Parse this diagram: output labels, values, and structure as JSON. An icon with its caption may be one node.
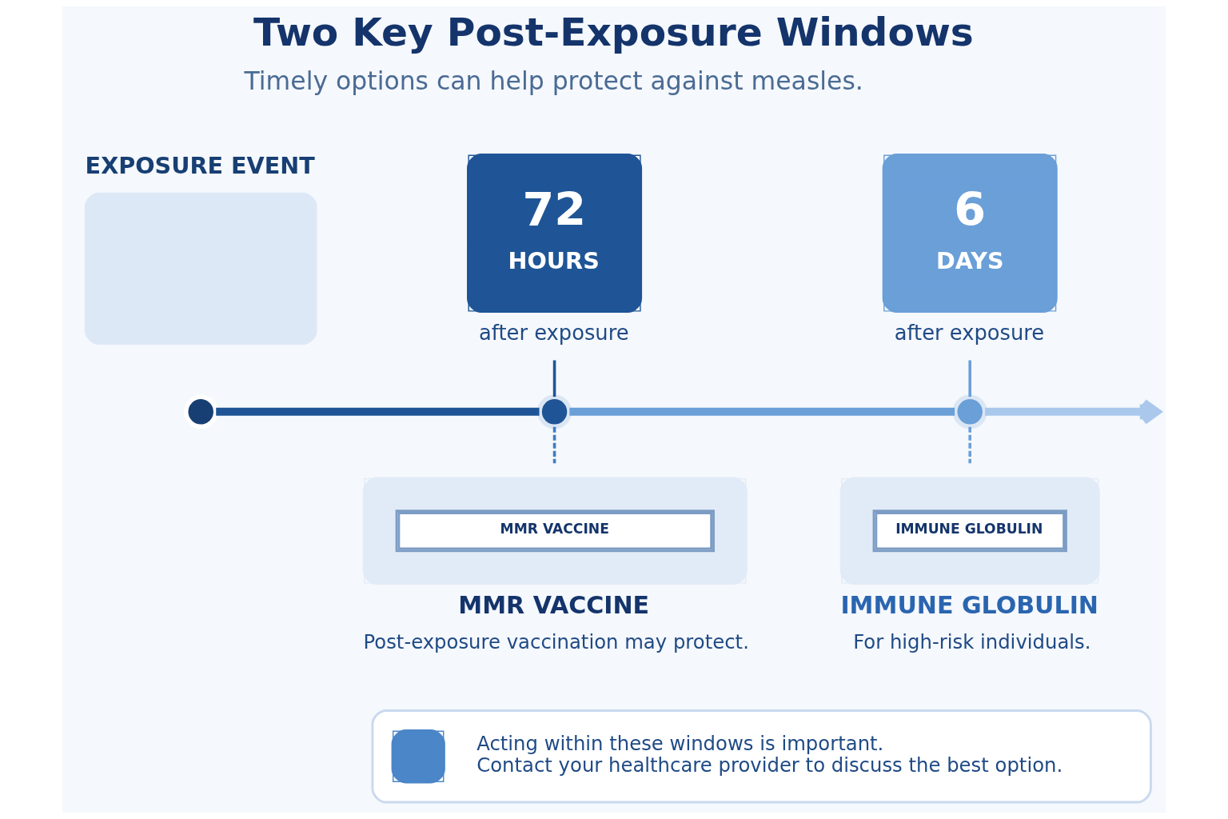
{
  "diagram": {
    "title": "Two Key Post-Exposure Windows",
    "nodes": [
      {
        "text": [
          "EXPOSURE EVENT"
        ]
      },
      {
        "text": [],
        "shape": "circle"
      },
      {
        "text": [
          "72",
          "HOURS"
        ],
        "beside": [
          "after exposure"
        ]
      },
      {
        "text": [],
        "shape": "circle"
      },
      {
        "text": [
          "MMR VACCINE",
          "MMR VACCINE",
          "Post-exposure vaccination may protect."
        ]
      },
      {
        "text": [
          "6",
          "DAYS"
        ],
        "beside": [
          "after exposure"
        ]
      },
      {
        "text": [],
        "shape": "circle"
      },
      {
        "text": [
          "IMMUNE GLOBULIN",
          "IMMUNE GLOBULIN",
          "For high-risk individuals."
        ]
      },
      {
        "text": [
          "Acting within these windows is important.",
          "Contact your healthcare provider to discuss the best option."
        ]
      }
    ],
    "edges": [
      {
        "from": 1,
        "to": 3,
        "arrow": "none",
        "style": "thick",
        "color": "#1f5596"
      },
      {
        "from": 2,
        "to": 3,
        "arrow": "none",
        "color": "#1f5596"
      },
      {
        "from": 3,
        "to": 4,
        "arrow": "none",
        "style": "dashed",
        "color": "#3f7cc4"
      },
      {
        "from": 3,
        "to": 6,
        "arrow": "none",
        "style": "thick",
        "color": "#6a9fd8"
      },
      {
        "from": 5,
        "to": 6,
        "arrow": "none",
        "color": "#6a9fd8"
      },
      {
        "from": 6,
        "to": 7,
        "arrow": "none",
        "style": "dashed",
        "color": "#6a9fd8"
      },
      {
        "from": 6,
        "to": null,
        "arrow": "to",
        "style": "thick",
        "color": "#a9c8ec"
      }
    ],
    "labels": [
      "Timely options can help protect against measles."
    ]
  }
}
